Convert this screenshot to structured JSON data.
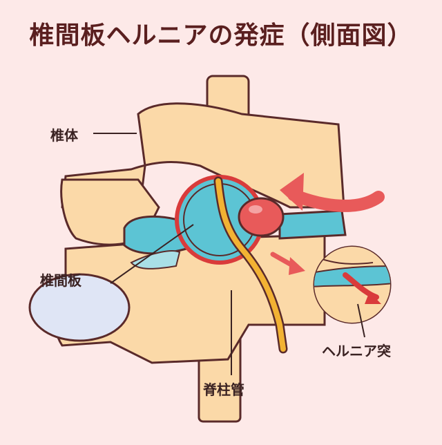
{
  "title": "椎間板ヘルニアの発症（側面図）",
  "labels": {
    "vertebral_body": "椎体",
    "intervertebral_disc": "椎間板",
    "spinal_canal": "脊柱管",
    "herniation": "ヘルニア突"
  },
  "colors": {
    "background": "#fde9e8",
    "bone": "#fbd9a8",
    "outline": "#5a2a2a",
    "disc": "#5cc4d4",
    "nucleus": "#e85a5a",
    "nerve": "#f2b233",
    "arrow": "#e85a5a",
    "ring": "#d93b3b"
  }
}
